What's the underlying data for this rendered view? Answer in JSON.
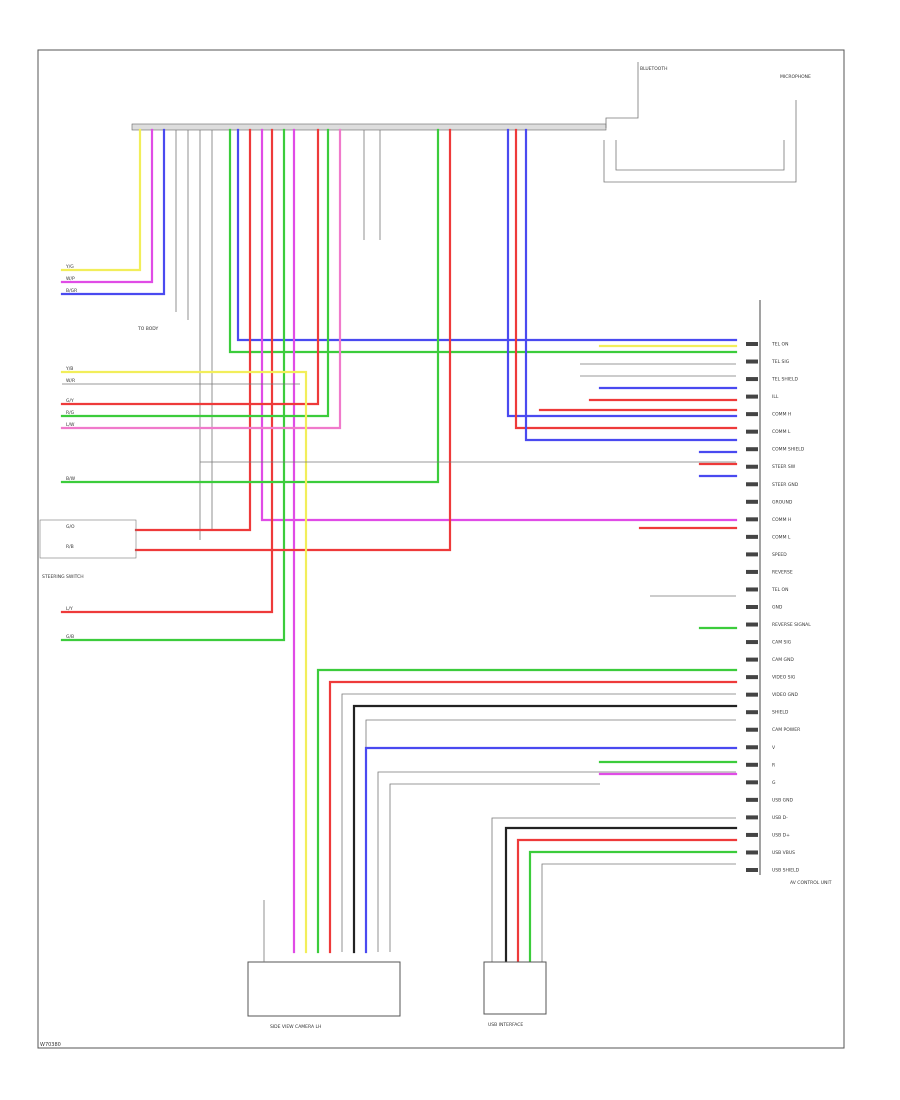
{
  "diagram": {
    "figure_code": "W70380",
    "components": {
      "right_connector": "AV CONTROL UNIT",
      "camera_unit": "SIDE VIEW CAMERA LH",
      "usb_interface": "USB INTERFACE",
      "top_right_unit": "BLUETOOTH",
      "top_right_device": "MICROPHONE",
      "left_block": "STEERING SWITCH",
      "grounded_ref": "TO BODY"
    },
    "right_pins": [
      {
        "label": "TEL ON"
      },
      {
        "label": "TEL SIG"
      },
      {
        "label": "TEL SHIELD"
      },
      {
        "label": "ILL"
      },
      {
        "label": "COMM H"
      },
      {
        "label": "COMM L"
      },
      {
        "label": "COMM SHIELD"
      },
      {
        "label": "STEER SW"
      },
      {
        "label": "STEER GND"
      },
      {
        "label": "GROUND"
      },
      {
        "label": "COMM H"
      },
      {
        "label": "COMM L"
      },
      {
        "label": "SPEED"
      },
      {
        "label": "REVERSE"
      },
      {
        "label": "TEL ON"
      },
      {
        "label": "GND"
      },
      {
        "label": "REVERSE SIGNAL"
      },
      {
        "label": "CAM SIG"
      },
      {
        "label": "CAM GND"
      },
      {
        "label": "VIDEO SIG"
      },
      {
        "label": "VIDEO GND"
      },
      {
        "label": "SHIELD"
      },
      {
        "label": "CAM POWER"
      },
      {
        "label": "V"
      },
      {
        "label": "R"
      },
      {
        "label": "G"
      },
      {
        "label": "USB GND"
      },
      {
        "label": "USB D-"
      },
      {
        "label": "USB D+"
      },
      {
        "label": "USB VBUS"
      },
      {
        "label": "USB SHIELD"
      }
    ],
    "left_labels": [
      "Y/G",
      "W/P",
      "B/GR",
      "Y/B",
      "W/R",
      "G/Y",
      "R/G",
      "L/W",
      "B/W",
      "G/O",
      "R/B",
      "L/Y",
      "G/B"
    ],
    "colors": {
      "yellow": "#f2ee5a",
      "magenta": "#e04ce6",
      "blue": "#4a4af0",
      "red": "#ee3a3a",
      "green": "#3ccc3c",
      "pink": "#f07acb",
      "gray": "#888888",
      "black": "#222222"
    }
  }
}
